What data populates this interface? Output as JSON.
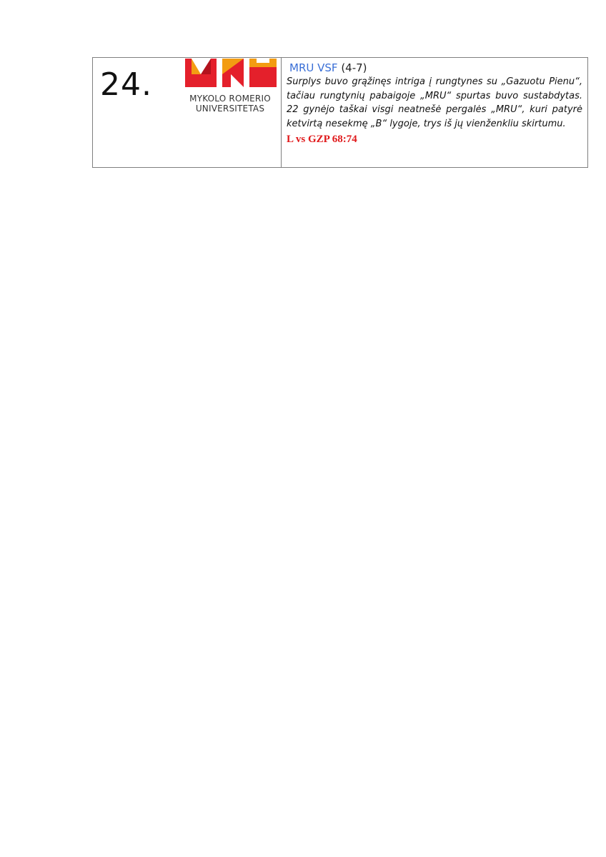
{
  "entry": {
    "rank": "24.",
    "logo": {
      "name": "mru-logo",
      "line1": "MYKOLO ROMERIO",
      "line2": "UNIVERSITETAS",
      "colors": {
        "red": "#e4202b",
        "orange": "#f39c12",
        "dark_red": "#b3121d"
      }
    },
    "team_name": "MRU VSF",
    "record": "(4-7)",
    "description": "Surplys buvo grąžinęs intriga į rungtynes su „Gazuotu Pienu“, tačiau rungtynių pabaigoje „MRU“ spurtas buvo sustabdytas. 22 gynėjo taškai visgi neatnešė pergalės „MRU“, kuri patyrė ketvirtą nesekmę „B“ lygoje, trys iš jų vienženkliu skirtumu.",
    "score": "L vs GZP 68:74"
  }
}
